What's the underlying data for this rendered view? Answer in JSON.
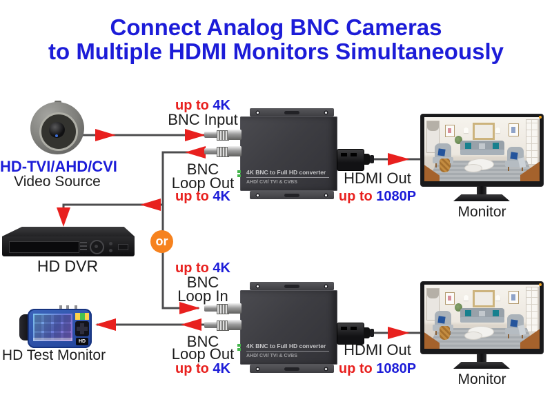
{
  "title": {
    "line1": "Connect Analog BNC Cameras",
    "line2": "to Multiple HDMI Monitors Simultaneously"
  },
  "source": {
    "type_label": "HD-TVI/AHD/CVI",
    "name_label": "Video Source"
  },
  "devices": {
    "converter": {
      "title": "4K BNC to Full HD converter",
      "subtitle": "AHD/ CVI/ TVI & CVBS"
    },
    "dvr_label": "HD DVR",
    "test_monitor_label": "HD Test Monitor",
    "monitor_label": "Monitor",
    "hd_badge": "HD"
  },
  "connections": {
    "up_to": "up to",
    "res_4k": "4K",
    "res_1080p": "1080P",
    "bnc_input": "BNC Input",
    "bnc": "BNC",
    "loop_out": "Loop Out",
    "loop_in": "Loop In",
    "hdmi_out": "HDMI Out",
    "or": "or"
  },
  "colors": {
    "title_blue": "#1c1cd8",
    "accent_red": "#e8201e",
    "or_orange": "#f6821e",
    "wire_gray": "#4c4c4e"
  }
}
